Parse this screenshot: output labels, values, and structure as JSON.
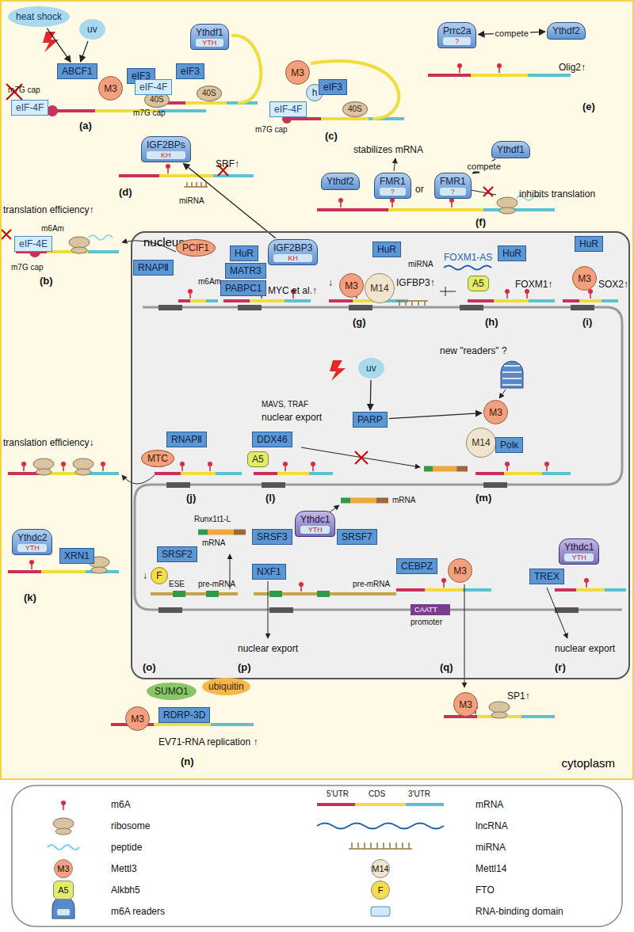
{
  "diagram": {
    "nodes": [
      {
        "text": [
          "cytoplasm"
        ]
      },
      {
        "text": [
          "heat shock"
        ],
        "in": 0
      },
      {
        "text": [
          "uv"
        ],
        "in": 0
      },
      {
        "text": [
          "ABCF1"
        ],
        "in": 0
      },
      {
        "text": [
          "M3"
        ],
        "in": 0
      },
      {
        "text": [
          "eIF3"
        ],
        "in": 0
      },
      {
        "text": [
          "40S"
        ],
        "in": 0
      },
      {
        "text": [
          "eIF-4F"
        ],
        "in": 0
      },
      {
        "text": [
          "Ythdf1",
          "YTH"
        ],
        "in": 0
      },
      {
        "text": [
          "eIF3"
        ],
        "in": 0
      },
      {
        "text": [
          "40S"
        ],
        "in": 0
      },
      {
        "text": [
          "eIF-4F"
        ],
        "in": 0
      },
      {
        "text": [
          "M3"
        ],
        "in": 0
      },
      {
        "text": [
          "h"
        ],
        "in": 0
      },
      {
        "text": [
          "eIF3"
        ],
        "in": 0
      },
      {
        "text": [
          "40S"
        ],
        "in": 0
      },
      {
        "text": [
          "eIF-4F"
        ],
        "in": 0
      },
      {
        "text": [
          "Prrc2a",
          "?"
        ],
        "in": 0
      },
      {
        "text": [
          "Ythdf2"
        ],
        "in": 0
      },
      {
        "text": [
          "IGF2BPs",
          "KH"
        ],
        "in": 0
      },
      {
        "text": [
          "Ythdf1"
        ],
        "in": 0
      },
      {
        "text": [
          "Ythdf2"
        ],
        "in": 0
      },
      {
        "text": [
          "FMR1",
          "?"
        ],
        "in": 0
      },
      {
        "text": [
          "FMR1",
          "?"
        ],
        "in": 0
      },
      {
        "text": [
          "eIF-4E"
        ],
        "in": 0
      },
      {
        "text": [
          "nucleus"
        ],
        "in": 0
      },
      {
        "text": [
          "RNAPⅡ"
        ],
        "in": 25
      },
      {
        "text": [
          "PCIF1"
        ],
        "in": 25
      },
      {
        "text": [
          "HuR"
        ],
        "in": 25
      },
      {
        "text": [
          "MATR3"
        ],
        "in": 25
      },
      {
        "text": [
          "PABPC1"
        ],
        "in": 25
      },
      {
        "text": [
          "IGF2BP3",
          "KH"
        ],
        "in": 25
      },
      {
        "text": [
          "HuR"
        ],
        "in": 25
      },
      {
        "text": [
          "M3"
        ],
        "in": 25
      },
      {
        "text": [
          "M14"
        ],
        "in": 25
      },
      {
        "text": [
          "A5"
        ],
        "in": 25
      },
      {
        "text": [
          "HuR"
        ],
        "in": 25
      },
      {
        "text": [
          "HuR"
        ],
        "in": 25
      },
      {
        "text": [
          "M3"
        ],
        "in": 25
      },
      {
        "text": [
          "RNAPⅡ"
        ],
        "in": 25
      },
      {
        "text": [
          "MTC"
        ],
        "in": 25
      },
      {
        "text": [
          "DDX46"
        ],
        "in": 25
      },
      {
        "text": [
          "A5"
        ],
        "in": 25
      },
      {
        "text": [
          "uv"
        ],
        "in": 25
      },
      {
        "text": [
          "PARP"
        ],
        "in": 25
      },
      {
        "text": [
          "M3"
        ],
        "in": 25
      },
      {
        "text": [
          "M14"
        ],
        "in": 25
      },
      {
        "text": [
          "Polκ"
        ],
        "in": 25
      },
      {
        "text": [
          "Ythdc2",
          "YTH"
        ],
        "in": 0
      },
      {
        "text": [
          "XRN1"
        ],
        "in": 0
      },
      {
        "text": [
          "SRSF2"
        ],
        "in": 25
      },
      {
        "text": [
          "F"
        ],
        "in": 25
      },
      {
        "text": [
          "SRSF3"
        ],
        "in": 25
      },
      {
        "text": [
          "Ythdc1",
          "YTH"
        ],
        "in": 25
      },
      {
        "text": [
          "SRSF7"
        ],
        "in": 25
      },
      {
        "text": [
          "NXF1"
        ],
        "in": 25
      },
      {
        "text": [
          "CEBPZ"
        ],
        "in": 25
      },
      {
        "text": [
          "M3"
        ],
        "in": 25
      },
      {
        "text": [
          "Ythdc1",
          "YTH"
        ],
        "in": 25
      },
      {
        "text": [
          "TREX"
        ],
        "in": 25
      },
      {
        "text": [
          "M3"
        ],
        "in": 0
      },
      {
        "text": [
          "SUMO1"
        ],
        "in": 0
      },
      {
        "text": [
          "ubiquitin"
        ],
        "in": 0
      },
      {
        "text": [
          "M3"
        ],
        "in": 0
      },
      {
        "text": [
          "RDRP-3D"
        ],
        "in": 0
      }
    ],
    "edges": [
      {
        "from": 1,
        "to": 3,
        "arrow": "to"
      },
      {
        "from": 2,
        "to": 3,
        "arrow": "to"
      },
      {
        "from": 17,
        "to": 18,
        "label": "compete",
        "arrow": "both"
      },
      {
        "from": 20,
        "to": 23,
        "label": "compete",
        "arrow": "to"
      },
      {
        "from": 31,
        "to": 19,
        "arrow": "to"
      },
      {
        "from": 43,
        "to": 44,
        "arrow": "to"
      },
      {
        "from": 44,
        "to": 45,
        "arrow": "to"
      }
    ],
    "labels": [
      "(a)",
      "m7G cap",
      "m7G cap",
      "m7G cap",
      "(c)",
      "Olig2↑",
      "(e)",
      "SRF↑",
      "miRNA",
      "(d)",
      "stabilizes mRNA",
      "or",
      "inhibits translation",
      "(f)",
      "translation efficiency↑",
      "m6Am",
      "m7G cap",
      "(b)",
      "m6Am",
      "MYC et al.↑",
      "↓",
      "IGFBP3↑",
      "miRNA",
      "(g)",
      "FOXM1-AS",
      "FOXM1↑",
      "(h)",
      "SOX2↑",
      "(i)",
      "translation efficiency↓",
      "(j)",
      "MAVS, TRAF",
      "nuclear export",
      "(l)",
      "new \"readers\" ?",
      "(m)",
      "(k)",
      "↓",
      "ESE",
      "pre-mRNA",
      "Runx1t1-L",
      "mRNA",
      "(o)",
      "mRNA",
      "pre-mRNA",
      "nuclear export",
      "(p)",
      "CAATT",
      "promoter",
      "(q)",
      "nuclear export",
      "(r)",
      "SP1↑",
      "EV71-RNA replication ↑",
      "(n)",
      "5'UTR",
      "CDS",
      "3'UTR",
      "M3",
      "M14",
      "A5",
      "F"
    ],
    "legend": [
      {
        "text": "m6A"
      },
      {
        "text": "mRNA"
      },
      {
        "text": "ribosome"
      },
      {
        "text": "lncRNA"
      },
      {
        "text": "peptide"
      },
      {
        "text": "miRNA"
      },
      {
        "text": "Mettl3",
        "color": "#f2a07d"
      },
      {
        "text": "Mettl14",
        "color": "#f1e4cc"
      },
      {
        "text": "Alkbh5",
        "color": "#e3ec6a"
      },
      {
        "text": "FTO",
        "color": "#f4dc4a"
      },
      {
        "text": "m6A readers"
      },
      {
        "text": "RNA-binding domain"
      }
    ]
  }
}
